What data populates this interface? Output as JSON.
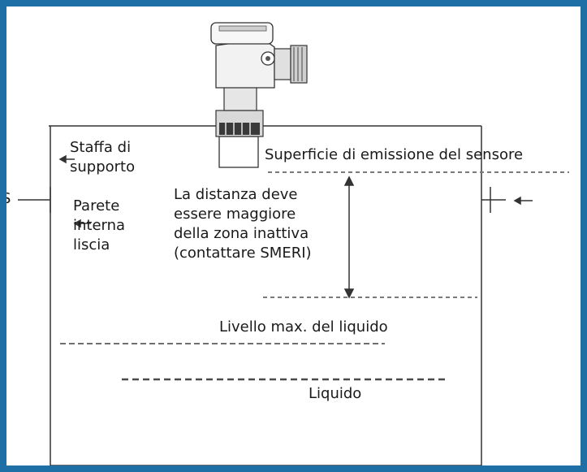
{
  "labels": {
    "bracket": [
      "Staffa di",
      "supporto"
    ],
    "wall": [
      "Parete",
      "interna",
      "liscia"
    ],
    "emission_surface": "Superficie di emissione del sensore",
    "distance_note": [
      "La distanza deve",
      "essere maggiore",
      "della zona inattiva",
      "(contattare SMERI)"
    ],
    "max_level": "Livello max. del liquido",
    "liquid": "Liquido",
    "edge_fragment": "S"
  },
  "colors": {
    "frame": "#1e6fa6",
    "line": "#333333",
    "dashed": "#7a7a7a",
    "text": "#1a1a1a"
  }
}
